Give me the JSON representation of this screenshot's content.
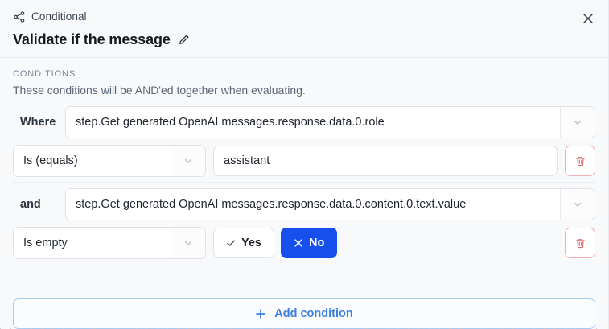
{
  "header": {
    "eyebrow_label": "Conditional",
    "eyebrow_icon": "share-nodes-icon",
    "title": "Validate if the message",
    "edit_icon": "pencil-icon",
    "close_icon": "close-icon"
  },
  "conditions_section": {
    "label": "CONDITIONS",
    "description": "These conditions will be AND'ed together when evaluating.",
    "groups": [
      {
        "conjunction": "Where",
        "field_value": "step.Get generated OpenAI messages.response.data.0.role",
        "operator_value": "Is (equals)",
        "value_type": "text",
        "value": "assistant",
        "has_delete": true
      },
      {
        "conjunction": "and",
        "field_value": "step.Get generated OpenAI messages.response.data.0.content.0.text.value",
        "operator_value": "Is empty",
        "value_type": "boolean",
        "yes_label": "Yes",
        "no_label": "No",
        "selected": "No",
        "has_delete": true
      }
    ]
  },
  "add_condition": {
    "label": "Add condition",
    "icon": "plus-icon"
  },
  "colors": {
    "accent_blue": "#1550ed",
    "link_blue": "#3b7fe0",
    "danger_red": "#e06d6d",
    "panel_bg": "#f8f9fb",
    "border": "#dfe3e8"
  }
}
